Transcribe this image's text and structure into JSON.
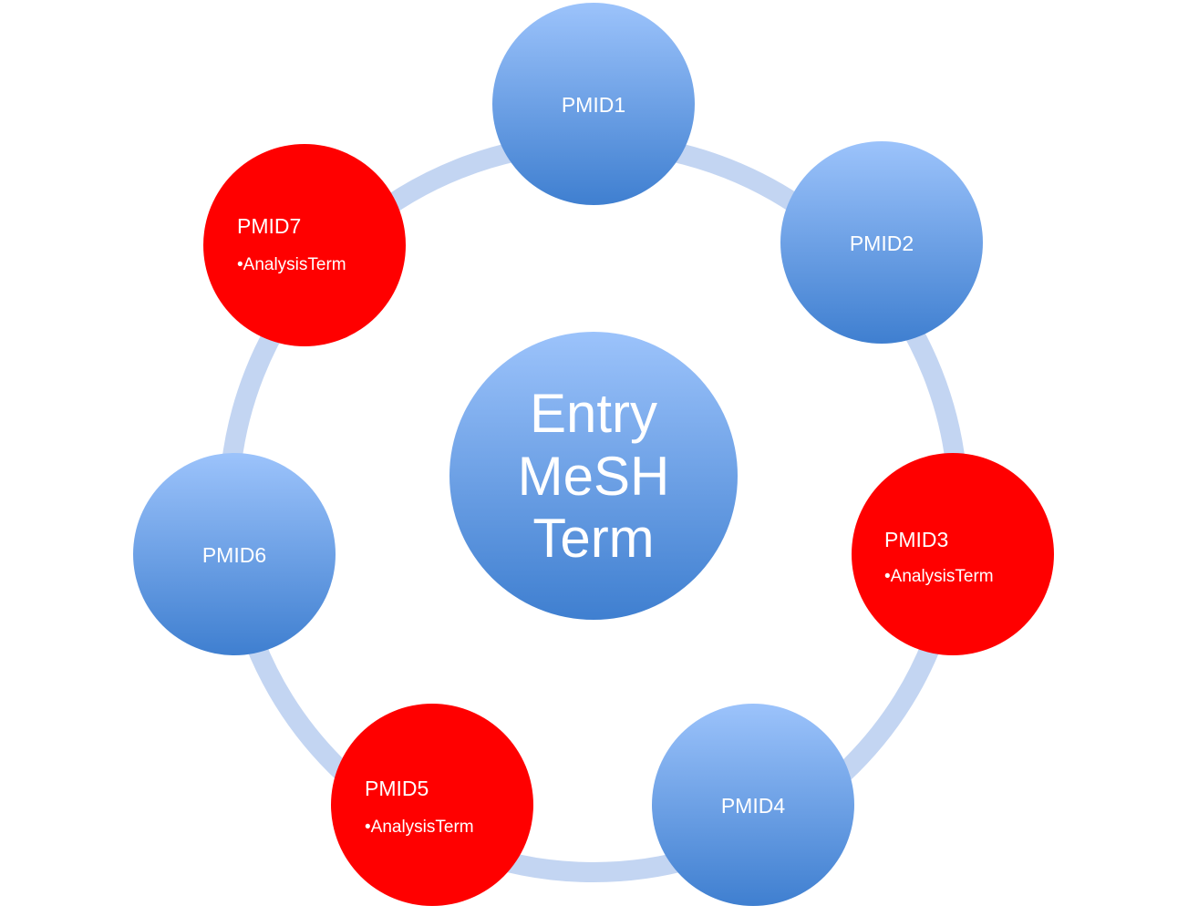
{
  "center": {
    "lines": [
      "Entry",
      "MeSH",
      "Term"
    ]
  },
  "nodes": [
    {
      "id": "pmid1",
      "title": "PMID1",
      "sub": "",
      "highlight": false
    },
    {
      "id": "pmid2",
      "title": "PMID2",
      "sub": "",
      "highlight": false
    },
    {
      "id": "pmid3",
      "title": "PMID3",
      "sub": "•AnalysisTerm",
      "highlight": true
    },
    {
      "id": "pmid4",
      "title": "PMID4",
      "sub": "",
      "highlight": false
    },
    {
      "id": "pmid5",
      "title": "PMID5",
      "sub": "•AnalysisTerm",
      "highlight": true
    },
    {
      "id": "pmid6",
      "title": "PMID6",
      "sub": "",
      "highlight": false
    },
    {
      "id": "pmid7",
      "title": "PMID7",
      "sub": "•AnalysisTerm",
      "highlight": true
    }
  ],
  "colors": {
    "ring": "#c3d5f2",
    "blue_top": "#9cc3fb",
    "blue_bottom": "#3f7fd0",
    "highlight": "#ff0000",
    "text": "#ffffff"
  }
}
